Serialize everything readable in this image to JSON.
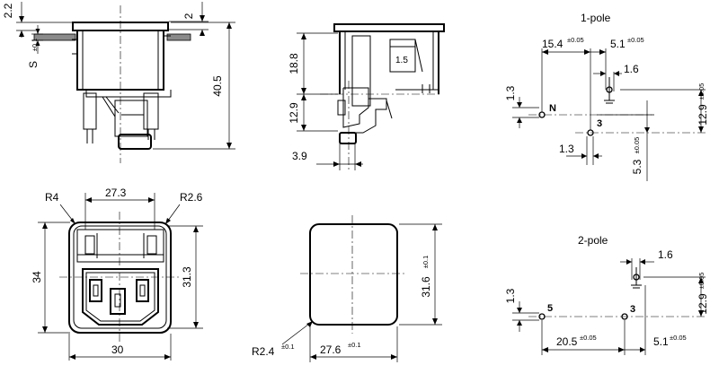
{
  "side_view": {
    "dim_top_right": "2",
    "dim_left_top": "2.2",
    "dim_panel": "S",
    "dim_panel_tol": "±0.1",
    "dim_height": "40.5"
  },
  "section_view": {
    "dim_upper": "18.8",
    "dim_lower": "12.9",
    "dim_offset": "3.9",
    "dim_inner": "1.5"
  },
  "front_view": {
    "r_left": "R4",
    "r_right": "R2.6",
    "width_top": "27.3",
    "width_bottom": "30",
    "height_left": "34",
    "height_right": "31.3"
  },
  "cutout_view": {
    "height": "31.6",
    "height_tol": "±0.1",
    "width": "27.6",
    "width_tol": "±0.1",
    "radius": "R2.4",
    "radius_tol": "±0.1"
  },
  "one_pole": {
    "title": "1-pole",
    "dim_15": "15.4",
    "dim_15_tol": "±0.05",
    "dim_51": "5.1",
    "dim_51_tol": "±0.05",
    "dim_16": "1.6",
    "dim_13_left": "1.3",
    "dim_129": "12.9",
    "dim_129_tol": "±0.05",
    "label_n": "N",
    "label_3": "3",
    "dim_13_bottom": "1.3",
    "dim_53": "5.3",
    "dim_53_tol": "±0.05"
  },
  "two_pole": {
    "title": "2-pole",
    "dim_16": "1.6",
    "dim_13": "1.3",
    "dim_129": "12.9",
    "dim_129_tol": "±0.05",
    "label_5": "5",
    "label_3": "3",
    "dim_205": "20.5",
    "dim_205_tol": "±0.05",
    "dim_51": "5.1",
    "dim_51_tol": "±0.05"
  }
}
